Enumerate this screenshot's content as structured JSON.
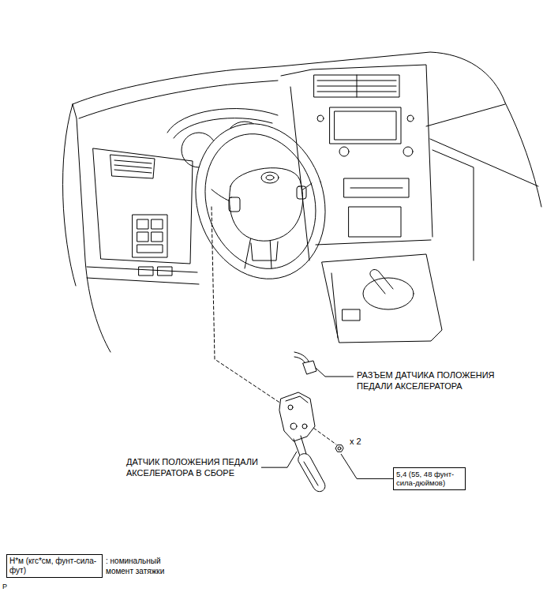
{
  "diagram": {
    "nodes": [
      {
        "text": [
          "5,4 (55, 48 фунт-сила-дюймов)"
        ]
      },
      {
        "text": [
          "Н*м (кгс*см, фунт-сила-фут)"
        ]
      }
    ],
    "labels": [
      "РАЗЪЕМ ДАТЧИКА ПОЛОЖЕНИЯ ПЕДАЛИ АКСЕЛЕРАТОРА",
      "x 2",
      "ДАТЧИК ПОЛОЖЕНИЯ ПЕДАЛИ АКСЕЛЕРАТОРА В СБОРЕ",
      ": номинальный момент затяжки",
      "P"
    ]
  }
}
